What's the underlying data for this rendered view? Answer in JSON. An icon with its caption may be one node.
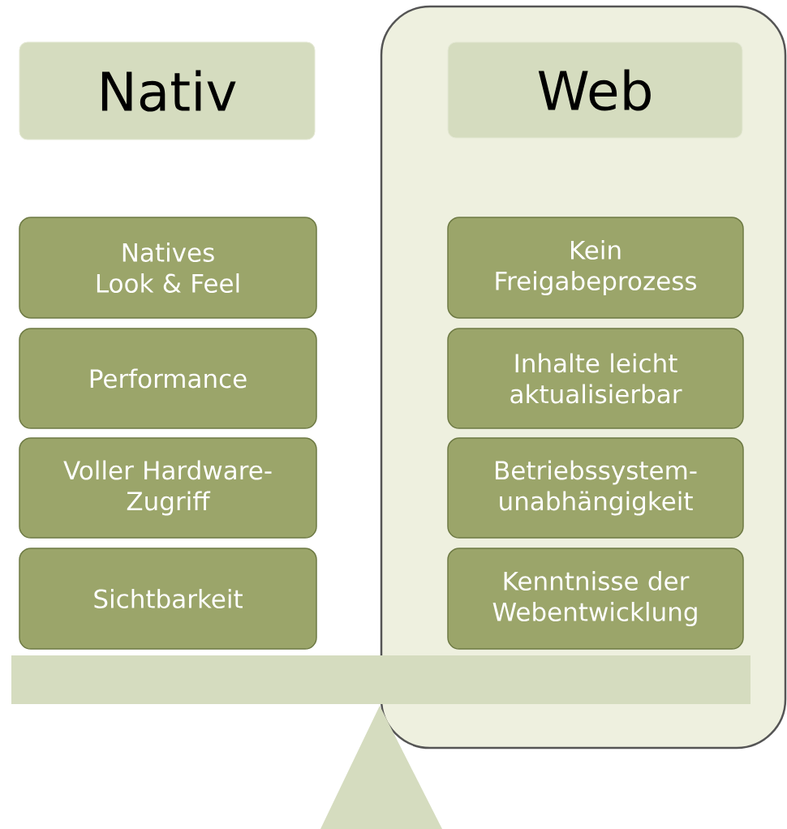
{
  "diagram": {
    "nodes": [
      {
        "text": [
          "Nativ"
        ]
      },
      {
        "text": [],
        "shape": "box"
      },
      {
        "text": [
          "Web"
        ],
        "in": 1
      },
      {
        "text": [
          "Natives Look & Feel"
        ]
      },
      {
        "text": [
          "Performance"
        ]
      },
      {
        "text": [
          "Voller Hardware-Zugriff"
        ]
      },
      {
        "text": [
          "Sichtbarkeit"
        ]
      },
      {
        "text": [
          "Kein Freigabeprozess"
        ],
        "in": 1
      },
      {
        "text": [
          "Inhalte leicht aktualisierbar"
        ],
        "in": 1
      },
      {
        "text": [
          "Betriebssystem-unabhängigkeit"
        ],
        "in": 1
      },
      {
        "text": [
          "Kenntnisse der Webentwicklung"
        ],
        "in": 1
      }
    ]
  }
}
